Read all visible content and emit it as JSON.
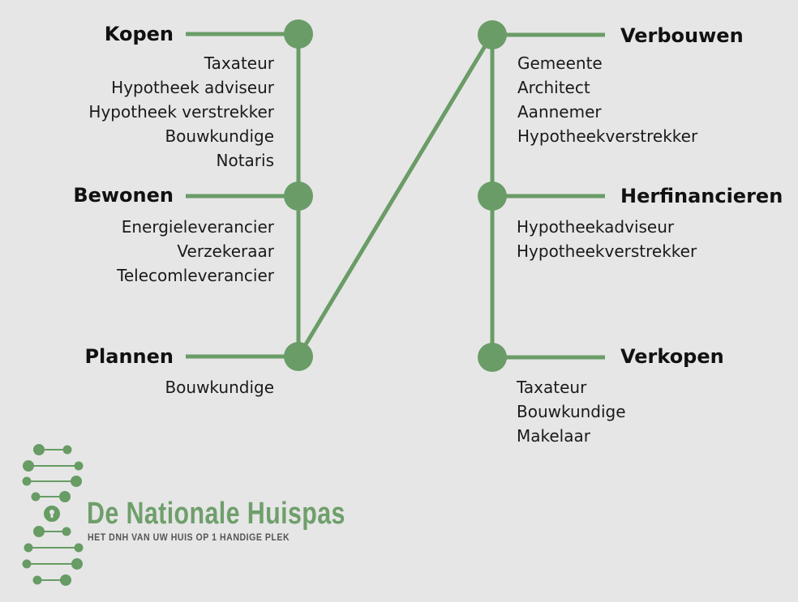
{
  "colors": {
    "background": "#e6e6e6",
    "accent": "#6a9c67",
    "logo_green": "#679c64",
    "logo_text": "#6f9f6b",
    "tagline_text": "#555555",
    "text": "#111111"
  },
  "diagram": {
    "left_column": {
      "kopen": {
        "title": "Kopen",
        "items": [
          "Taxateur",
          "Hypotheek adviseur",
          "Hypotheek verstrekker",
          "Bouwkundige",
          "Notaris"
        ]
      },
      "bewonen": {
        "title": "Bewonen",
        "items": [
          "Energieleverancier",
          "Verzekeraar",
          "Telecomleverancier"
        ]
      },
      "plannen": {
        "title": "Plannen",
        "items": [
          "Bouwkundige"
        ]
      }
    },
    "right_column": {
      "verbouwen": {
        "title": "Verbouwen",
        "items": [
          "Gemeente",
          "Architect",
          "Aannemer",
          "Hypotheekverstrekker"
        ]
      },
      "herfinancieren": {
        "title": "Herfinancieren",
        "items": [
          "Hypotheekadviseur",
          "Hypotheekverstrekker"
        ]
      },
      "verkopen": {
        "title": "Verkopen",
        "items": [
          "Taxateur",
          "Bouwkundige",
          "Makelaar"
        ]
      }
    }
  },
  "logo": {
    "title": "De Nationale Huispas",
    "tagline": "HET DNH VAN UW HUIS OP 1 HANDIGE PLEK",
    "icon": "dna-keyhole-icon"
  }
}
